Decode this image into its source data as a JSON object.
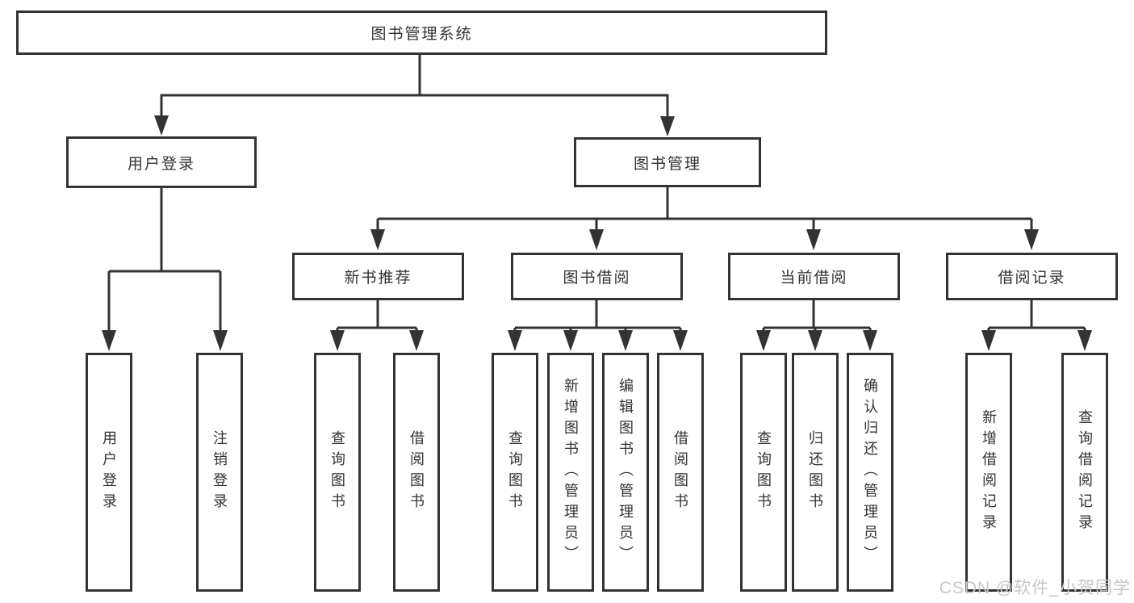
{
  "diagram_title": "图书管理系统",
  "tree": {
    "label": "图书管理系统",
    "children": [
      {
        "label": "用户登录",
        "children": [
          {
            "label": "用户登录"
          },
          {
            "label": "注销登录"
          }
        ]
      },
      {
        "label": "图书管理",
        "children": [
          {
            "label": "新书推荐",
            "children": [
              {
                "label": "查询图书"
              },
              {
                "label": "借阅图书"
              }
            ]
          },
          {
            "label": "图书借阅",
            "children": [
              {
                "label": "查询图书"
              },
              {
                "label": "新增图书（管理员）"
              },
              {
                "label": "编辑图书（管理员）"
              },
              {
                "label": "借阅图书"
              }
            ]
          },
          {
            "label": "当前借阅",
            "children": [
              {
                "label": "查询图书"
              },
              {
                "label": "归还图书"
              },
              {
                "label": "确认归还（管理员）"
              }
            ]
          },
          {
            "label": "借阅记录",
            "children": [
              {
                "label": "新增借阅记录"
              },
              {
                "label": "查询借阅记录"
              }
            ]
          }
        ]
      }
    ]
  },
  "watermark": "CSDN @软件_小贺同学",
  "colors": {
    "line": "#333333",
    "text": "#333333",
    "background": "#ffffff",
    "watermark": "#c8c8c8"
  }
}
